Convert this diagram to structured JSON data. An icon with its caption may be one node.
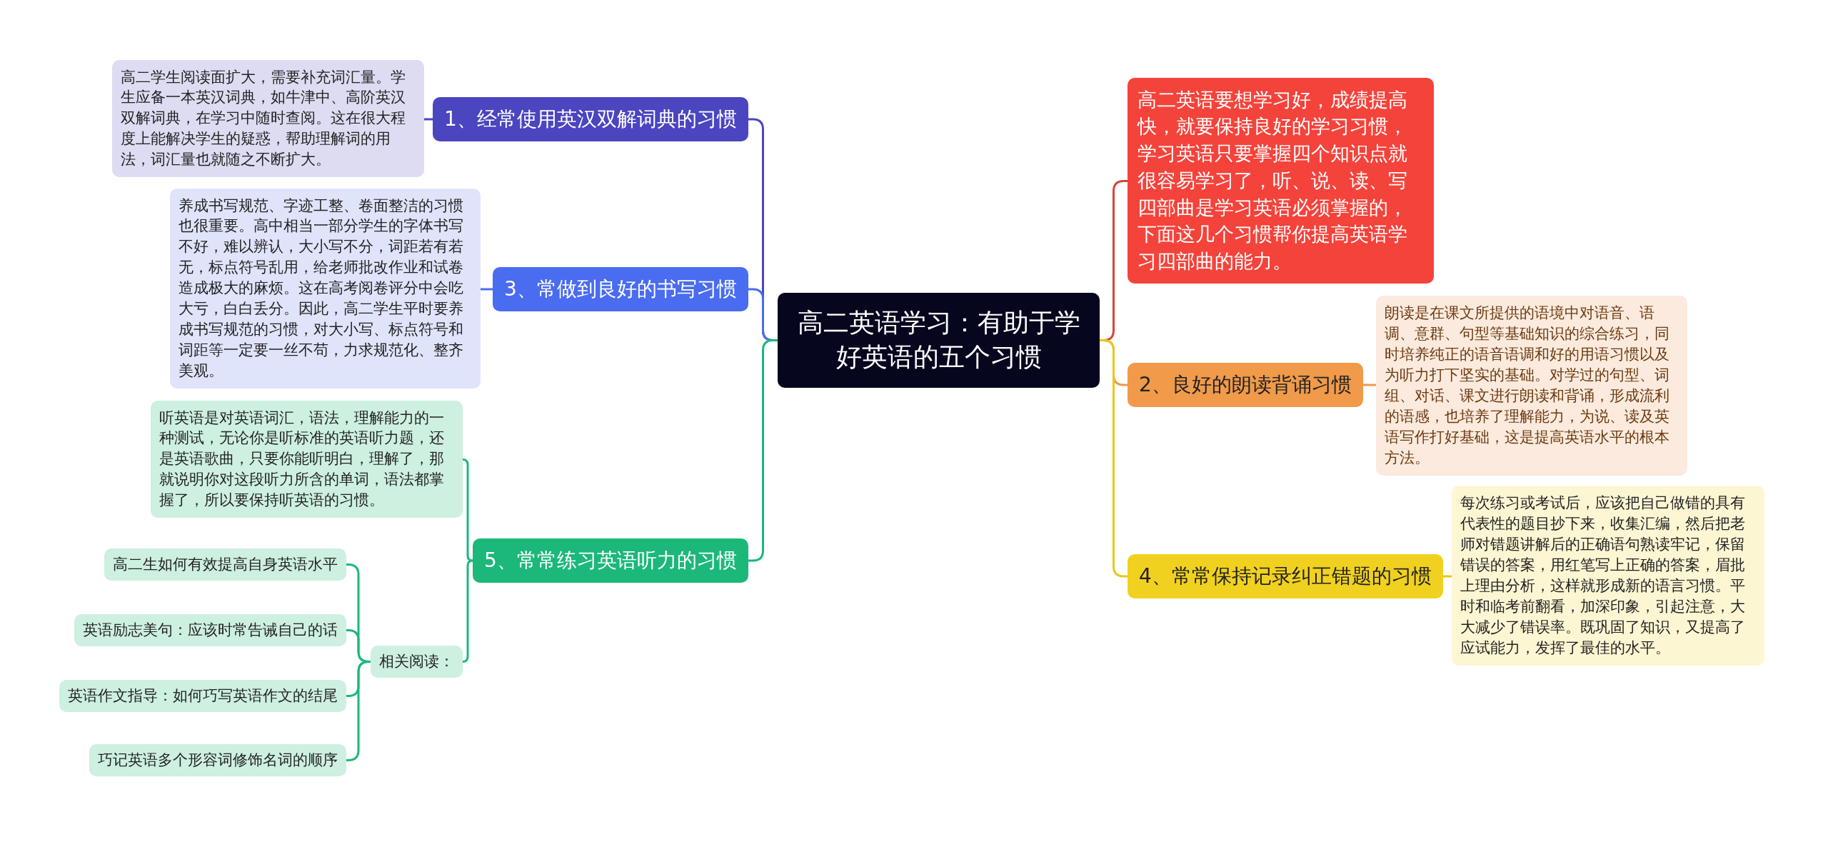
{
  "diagram": {
    "nodes": [
      {
        "text": [
          "高二英语学习：有助于学好英语的五个习惯"
        ]
      },
      {
        "text": [
          "1、经常使用英汉双解词典的习惯"
        ]
      },
      {
        "text": [
          "高二学生阅读面扩大，需要补充词汇量。学生应备一本英汉词典，如牛津中、高阶英汉双解词典，在学习中随时查阅。这在很大程度上能解决学生的疑惑，帮助理解词的用法，词汇量也就随之不断扩大。"
        ]
      },
      {
        "text": [
          "3、常做到良好的书写习惯"
        ]
      },
      {
        "text": [
          "养成书写规范、字迹工整、卷面整洁的习惯也很重要。高中相当一部分学生的字体书写不好，难以辨认，大小写不分，词距若有若无，标点符号乱用，给老师批改作业和试卷造成极大的麻烦。这在高考阅卷评分中会吃大亏，白白丢分。因此，高二学生平时要养成书写规范的习惯，对大小写、标点符号和词距等一定要一丝不苟，力求规范化、整齐美观。"
        ]
      },
      {
        "text": [
          "5、常常练习英语听力的习惯"
        ]
      },
      {
        "text": [
          "听英语是对英语词汇，语法，理解能力的一种测试，无论你是听标准的英语听力题，还是英语歌曲，只要你能听明白，理解了，那就说明你对这段听力所含的单词，语法都掌握了，所以要保持听英语的习惯。"
        ]
      },
      {
        "text": [
          "相关阅读："
        ]
      },
      {
        "text": [
          "高二生如何有效提高自身英语水平"
        ]
      },
      {
        "text": [
          "英语励志美句：应该时常告诫自己的话"
        ]
      },
      {
        "text": [
          "英语作文指导：如何巧写英语作文的结尾"
        ]
      },
      {
        "text": [
          "巧记英语多个形容词修饰名词的顺序"
        ]
      },
      {
        "text": [
          "高二英语要想学习好，成绩提高快，就要保持良好的学习习惯，学习英语只要掌握四个知识点就很容易学习了，听、说、读、写四部曲是学习英语必须掌握的，下面这几个习惯帮你提高英语学习四部曲的能力。"
        ]
      },
      {
        "text": [
          "2、良好的朗读背诵习惯"
        ]
      },
      {
        "text": [
          "朗读是在课文所提供的语境中对语音、语调、意群、句型等基础知识的综合练习，同时培养纯正的语音语调和好的用语习惯以及为听力打下坚实的基础。对学过的句型、词组、对话、课文进行朗读和背诵，形成流利的语感，也培养了理解能力，为说、读及英语写作打好基础，这是提高英语水平的根本方法。"
        ]
      },
      {
        "text": [
          "4、常常保持记录纠正错题的习惯"
        ]
      },
      {
        "text": [
          "每次练习或考试后，应该把自己做错的具有代表性的题目抄下来，收集汇编，然后把老师对错题讲解后的正确语句熟读牢记，保留错误的答案，用红笔写上正确的答案，眉批上理由分析，这样就形成新的语言习惯。平时和临考前翻看，加深印象，引起注意，大大减少了错误率。既巩固了知识，又提高了应试能力，发挥了最佳的水平。"
        ]
      }
    ],
    "edges": [
      {
        "from": 0,
        "to": 1,
        "arrow": "none",
        "color": "#4b45c0"
      },
      {
        "from": 1,
        "to": 2,
        "arrow": "none",
        "color": "#4b45c0"
      },
      {
        "from": 0,
        "to": 3,
        "arrow": "none",
        "color": "#4a6cf0"
      },
      {
        "from": 3,
        "to": 4,
        "arrow": "none",
        "color": "#4a6cf0"
      },
      {
        "from": 0,
        "to": 5,
        "arrow": "none"
      },
      {
        "from": 5,
        "to": 6,
        "arrow": "none"
      },
      {
        "from": 5,
        "to": 7,
        "arrow": "none"
      },
      {
        "from": 7,
        "to": 8,
        "arrow": "none"
      },
      {
        "from": 7,
        "to": 9,
        "arrow": "none"
      },
      {
        "from": 7,
        "to": 10,
        "arrow": "none"
      },
      {
        "from": 7,
        "to": 11,
        "arrow": "none"
      },
      {
        "from": 0,
        "to": 12,
        "arrow": "none",
        "color": "#d9443a"
      },
      {
        "from": 0,
        "to": 13,
        "arrow": "none",
        "color": "#f09a4a"
      },
      {
        "from": 13,
        "to": 14,
        "arrow": "none",
        "color": "#f09a4a"
      },
      {
        "from": 0,
        "to": 15,
        "arrow": "none",
        "color": "#e8c81e"
      },
      {
        "from": 15,
        "to": 16,
        "arrow": "none",
        "color": "#e8c81e"
      }
    ]
  }
}
